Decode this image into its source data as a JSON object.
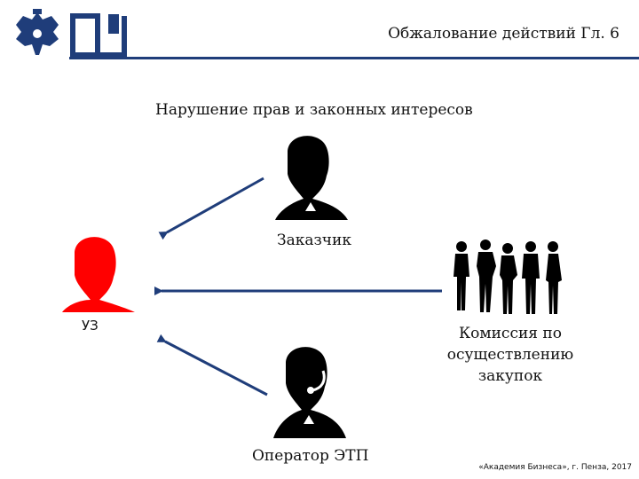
{
  "header": {
    "title": "Обжалование действий Гл. 6"
  },
  "subtitle": "Нарушение прав и законных интересов",
  "nodes": {
    "customer": "Заказчик",
    "uz": "УЗ",
    "commission": [
      "Комиссия по",
      "осуществлению",
      "закупок"
    ],
    "operator": "Оператор ЭТП"
  },
  "footer": "«Академия Бизнеса», г. Пенза, 2017",
  "colors": {
    "accent": "#1f3d7a",
    "victim": "#ff0000",
    "silhouette": "#000000"
  },
  "icons": [
    "emblem-icon",
    "book-logo-icon",
    "person-silhouette-icon",
    "group-silhouette-icon",
    "headset-person-icon"
  ]
}
